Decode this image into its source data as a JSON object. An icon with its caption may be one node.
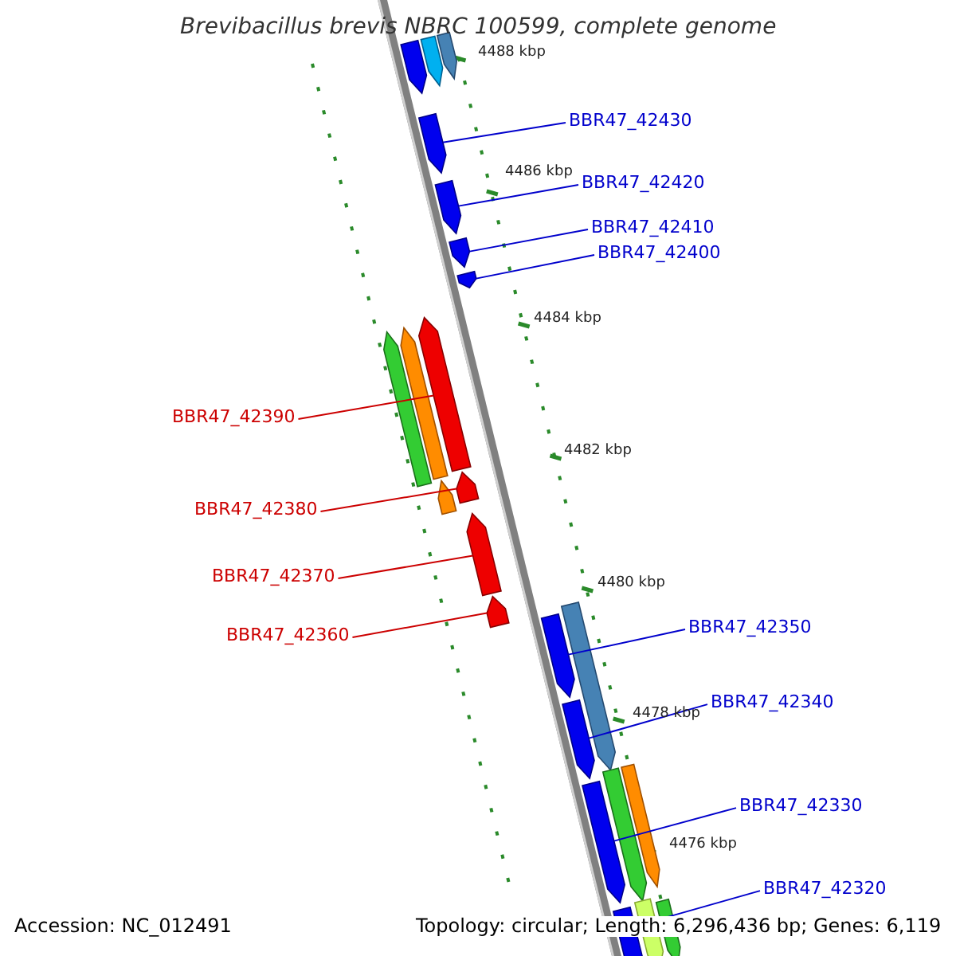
{
  "diagram": {
    "title": "Brevibacillus brevis NBRC 100599, complete genome",
    "nodes": [
      {
        "text": [
          "BBR47_42430"
        ]
      },
      {
        "text": [
          "BBR47_42420"
        ]
      },
      {
        "text": [
          "BBR47_42410"
        ]
      },
      {
        "text": [
          "BBR47_42400"
        ]
      },
      {
        "text": [
          "BBR47_42390"
        ]
      },
      {
        "text": [
          "BBR47_42380"
        ]
      },
      {
        "text": [
          "BBR47_42370"
        ]
      },
      {
        "text": [
          "BBR47_42360"
        ]
      },
      {
        "text": [
          "BBR47_42350"
        ]
      },
      {
        "text": [
          "BBR47_42340"
        ]
      },
      {
        "text": [
          "BBR47_42330"
        ]
      },
      {
        "text": [
          "BBR47_42320"
        ]
      },
      {
        "text": [],
        "shape": "arrow"
      },
      {
        "text": [],
        "shape": "arrow"
      },
      {
        "text": [],
        "shape": "arrow"
      },
      {
        "text": [],
        "shape": "arrow"
      },
      {
        "text": [],
        "shape": "arrow"
      },
      {
        "text": [],
        "shape": "arrow"
      },
      {
        "text": [],
        "shape": "arrow"
      },
      {
        "text": [],
        "shape": "arrow"
      },
      {
        "text": [],
        "shape": "arrow"
      },
      {
        "text": [],
        "shape": "arrow"
      },
      {
        "text": [],
        "shape": "arrow"
      },
      {
        "text": [],
        "shape": "arrow"
      },
      {
        "text": [],
        "shape": "arrow"
      },
      {
        "text": [],
        "shape": "arrow"
      },
      {
        "text": [],
        "shape": "arrow"
      },
      {
        "text": [],
        "shape": "arrow"
      },
      {
        "text": [],
        "shape": "arrow"
      },
      {
        "text": [],
        "shape": "arrow"
      },
      {
        "text": [],
        "shape": "arrow"
      },
      {
        "text": [],
        "shape": "arrow"
      },
      {
        "text": [],
        "shape": "arrow"
      },
      {
        "text": [],
        "shape": "arrow"
      },
      {
        "text": [],
        "shape": "arrow"
      }
    ],
    "edges": [
      {
        "from": 0,
        "to": 15,
        "arrow": "none"
      },
      {
        "from": 1,
        "to": 16,
        "arrow": "none"
      },
      {
        "from": 2,
        "to": 17,
        "arrow": "none"
      },
      {
        "from": 3,
        "to": 18,
        "arrow": "none"
      },
      {
        "from": 4,
        "to": 21,
        "arrow": "none",
        "color": "#cc0000"
      },
      {
        "from": 5,
        "to": 23,
        "arrow": "none",
        "color": "#cc0000"
      },
      {
        "from": 6,
        "to": 24,
        "arrow": "none",
        "color": "#cc0000"
      },
      {
        "from": 7,
        "to": 25,
        "arrow": "none",
        "color": "#cc0000"
      },
      {
        "from": 8,
        "to": 26,
        "arrow": "none"
      },
      {
        "from": 9,
        "to": 28,
        "arrow": "none"
      },
      {
        "from": 10,
        "to": 29,
        "arrow": "none"
      },
      {
        "from": 11,
        "to": 32,
        "arrow": "none"
      }
    ],
    "labels": [
      "4488 kbp",
      "4486 kbp",
      "4484 kbp",
      "4482 kbp",
      "4480 kbp",
      "4478 kbp",
      "4476 kbp",
      "Accession: NC_012491",
      "Topology: circular; Length: 6,296,436 bp; Genes: 6,119"
    ]
  }
}
